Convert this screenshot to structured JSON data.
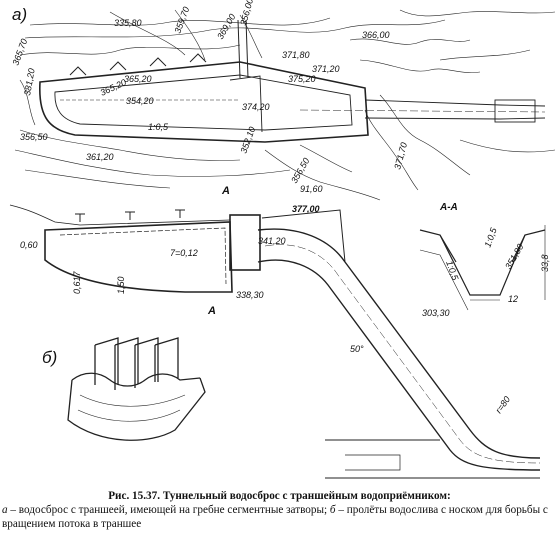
{
  "plan": {
    "part_label": "а)",
    "contours": [
      "335,80",
      "359,70",
      "356,00",
      "366,00",
      "371,80",
      "365,70",
      "369,00",
      "381,20",
      "371,20",
      "375,20",
      "374,20",
      "365,20",
      "365,20",
      "354,20",
      "356,50",
      "361,20",
      "356,50",
      "352,10",
      "371,70"
    ],
    "slope": "1:0,5"
  },
  "profile": {
    "section_marks": [
      "А",
      "А"
    ],
    "elevations": [
      "0,60",
      "377,00",
      "341,20",
      "338,30",
      "303,30",
      "91,60"
    ],
    "dims": [
      "0,617",
      "1,50"
    ],
    "slope": "7=0,12",
    "angle": "50°",
    "radius": "r=80"
  },
  "section": {
    "title": "А-А",
    "slopes": [
      "1:0,5",
      "1:0,5"
    ],
    "elevation": "351,80",
    "dims": [
      "33,8",
      "12"
    ]
  },
  "detail": {
    "part_label": "б)"
  },
  "caption": {
    "title": "Рис. 15.37. Туннельный водосброс с траншейным водоприёмником:",
    "a_label": "а",
    "a_text": " – водосброс с траншеей, имеющей на гребне сегментные затворы; ",
    "b_label": "б",
    "b_text": " – пролёты водослива с носком для борьбы с вращением потока в траншее"
  }
}
